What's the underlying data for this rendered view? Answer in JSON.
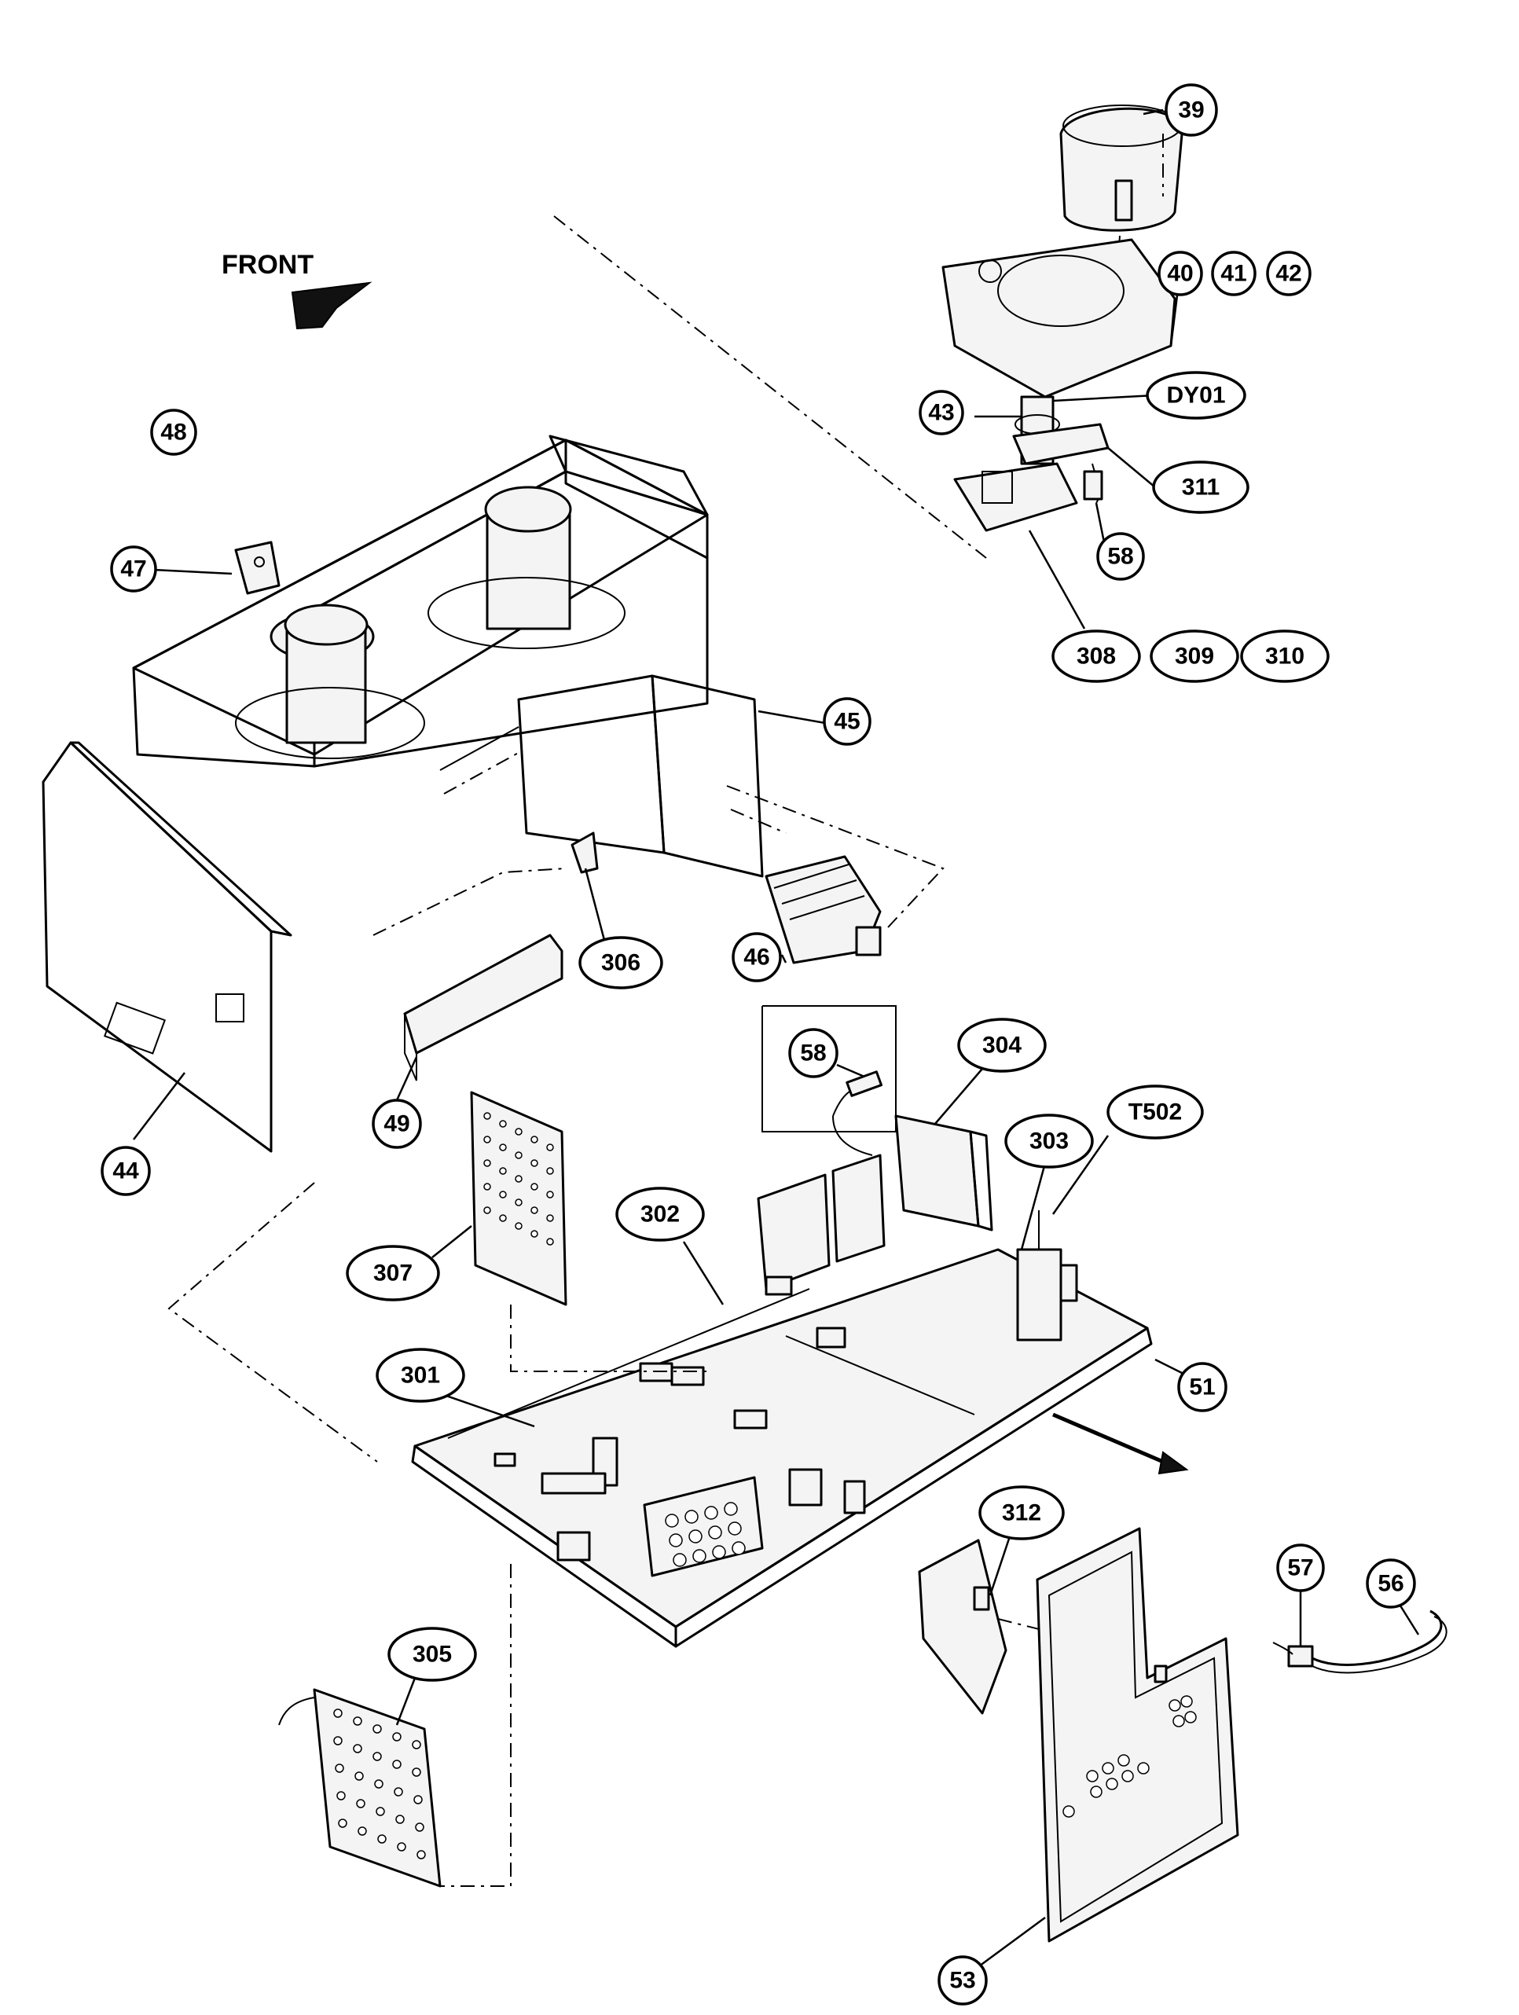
{
  "orientation_label": "FRONT",
  "callouts": {
    "c39": "39",
    "c40": "40",
    "c41": "41",
    "c42": "42",
    "cDY01": "DY01",
    "c43": "43",
    "c311": "311",
    "c58a": "58",
    "c308": "308",
    "c309": "309",
    "c310": "310",
    "c48": "48",
    "c47": "47",
    "c45": "45",
    "c46": "46",
    "c306": "306",
    "c49": "49",
    "c44": "44",
    "c58b": "58",
    "c304": "304",
    "c303": "303",
    "cT502": "T502",
    "c302": "302",
    "c307": "307",
    "c301": "301",
    "c51": "51",
    "c312": "312",
    "c57": "57",
    "c56": "56",
    "c305": "305",
    "c53": "53"
  },
  "colors": {
    "line": "#000000",
    "background": "#ffffff"
  }
}
